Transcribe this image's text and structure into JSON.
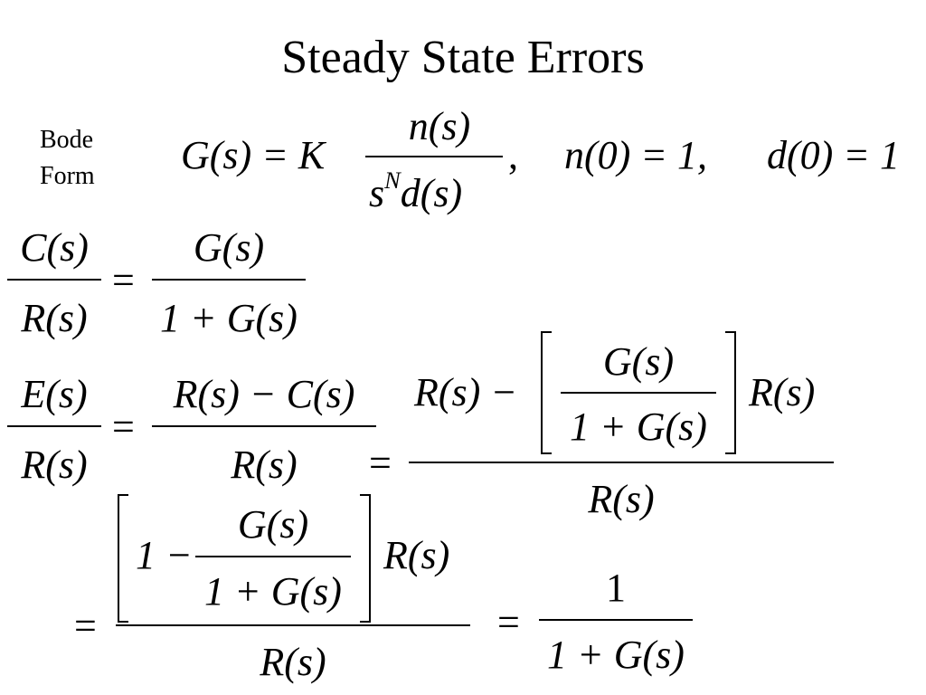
{
  "title": "Steady State Errors",
  "side_label": {
    "line1": "Bode",
    "line2": "Form"
  },
  "bode_form": {
    "lhs": "G(s) = K",
    "numerator": "n(s)",
    "denominator_base": "s",
    "denominator_exp": "N",
    "denominator_rest": "d(s)",
    "comma": ",",
    "condition1": "n(0) = 1,",
    "condition2": "d(0) = 1"
  },
  "closed_loop": {
    "lhs_num": "C(s)",
    "lhs_den": "R(s)",
    "equals": "=",
    "rhs_num": "G(s)",
    "rhs_den": "1 + G(s)"
  },
  "error_ratio": {
    "lhs_num": "E(s)",
    "lhs_den": "R(s)",
    "equals1": "=",
    "mid_num": "R(s) − C(s)",
    "mid_den": "R(s)",
    "equals2": "=",
    "big_left": "R(s) −",
    "big_inner_num": "G(s)",
    "big_inner_den": "1 + G(s)",
    "big_right": "R(s)",
    "big_den": "R(s)"
  },
  "final": {
    "equals1": "=",
    "one_minus": "1 −",
    "inner_num": "G(s)",
    "inner_den": "1 + G(s)",
    "rhs": "R(s)",
    "den": "R(s)",
    "equals2": "=",
    "result_num": "1",
    "result_den": "1 + G(s)"
  }
}
